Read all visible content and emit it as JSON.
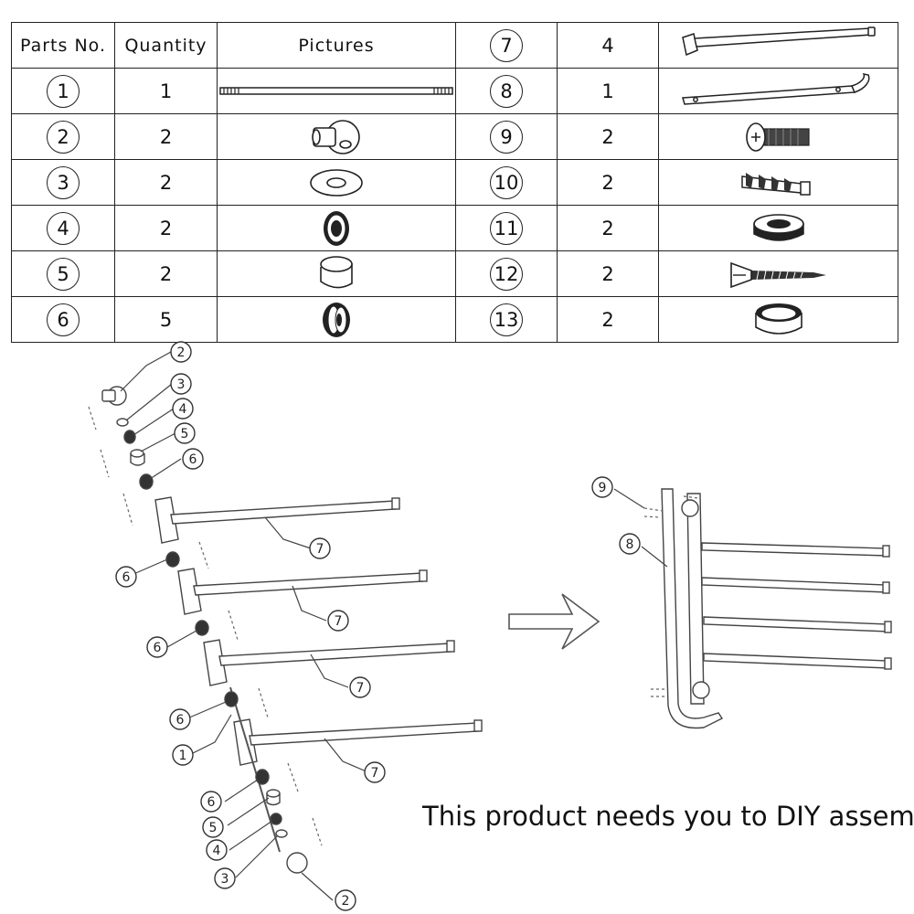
{
  "table": {
    "headers": {
      "parts_no": "Parts No.",
      "quantity": "Quantity",
      "pictures": "Pictures"
    },
    "rows_left": [
      {
        "no": "1",
        "qty": "1",
        "icon": "threaded-rod-icon"
      },
      {
        "no": "2",
        "qty": "2",
        "icon": "end-cap-ball-icon"
      },
      {
        "no": "3",
        "qty": "2",
        "icon": "flat-washer-icon"
      },
      {
        "no": "4",
        "qty": "2",
        "icon": "rubber-ring-icon"
      },
      {
        "no": "5",
        "qty": "2",
        "icon": "spacer-sleeve-icon"
      },
      {
        "no": "6",
        "qty": "5",
        "icon": "grooved-bushing-icon"
      }
    ],
    "rows_right": [
      {
        "no": "7",
        "qty": "4",
        "icon": "towel-arm-icon"
      },
      {
        "no": "8",
        "qty": "1",
        "icon": "mounting-bracket-icon"
      },
      {
        "no": "9",
        "qty": "2",
        "icon": "screw-bolt-icon"
      },
      {
        "no": "10",
        "qty": "2",
        "icon": "wall-anchor-icon"
      },
      {
        "no": "11",
        "qty": "2",
        "icon": "nut-ring-icon"
      },
      {
        "no": "12",
        "qty": "2",
        "icon": "wood-screw-icon"
      },
      {
        "no": "13",
        "qty": "2",
        "icon": "cover-cap-icon"
      }
    ]
  },
  "exploded_view": {
    "callouts": [
      "2",
      "3",
      "4",
      "5",
      "6",
      "7",
      "6",
      "7",
      "6",
      "7",
      "6",
      "1",
      "7",
      "6",
      "5",
      "4",
      "3",
      "2"
    ]
  },
  "assembled_view": {
    "callouts": [
      "9",
      "8"
    ]
  },
  "footer_text": "This product needs you to DIY assembly"
}
